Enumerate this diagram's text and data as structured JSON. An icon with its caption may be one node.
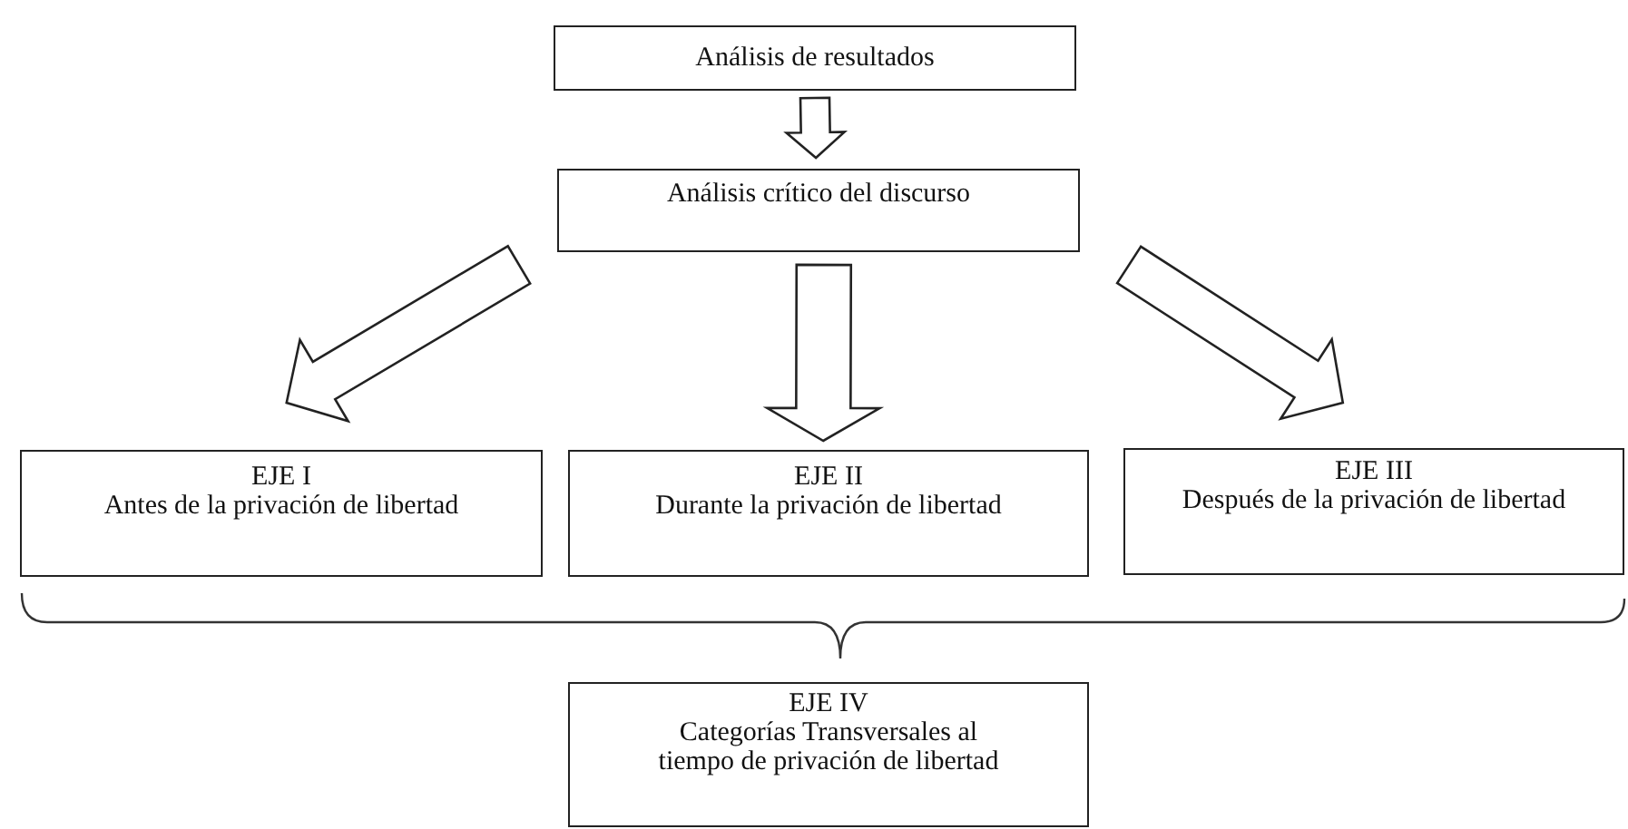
{
  "diagram": {
    "nodes": [
      {
        "text": [
          "Análisis de resultados"
        ]
      },
      {
        "text": [
          "Análisis crítico del discurso"
        ]
      },
      {
        "text": [
          "EJE I",
          "Antes de la privación de libertad"
        ]
      },
      {
        "text": [
          "EJE II",
          "Durante la privación de libertad"
        ]
      },
      {
        "text": [
          "EJE III",
          "Después de la privación de libertad"
        ]
      },
      {
        "text": [
          "EJE IV",
          "Categorías Transversales al tiempo de privación de libertad"
        ]
      }
    ],
    "edges": [
      {
        "from": 0,
        "to": 1,
        "arrow": "to"
      },
      {
        "from": 1,
        "to": 2,
        "arrow": "to"
      },
      {
        "from": 1,
        "to": 3,
        "arrow": "to"
      },
      {
        "from": 1,
        "to": 4,
        "arrow": "to"
      }
    ]
  }
}
